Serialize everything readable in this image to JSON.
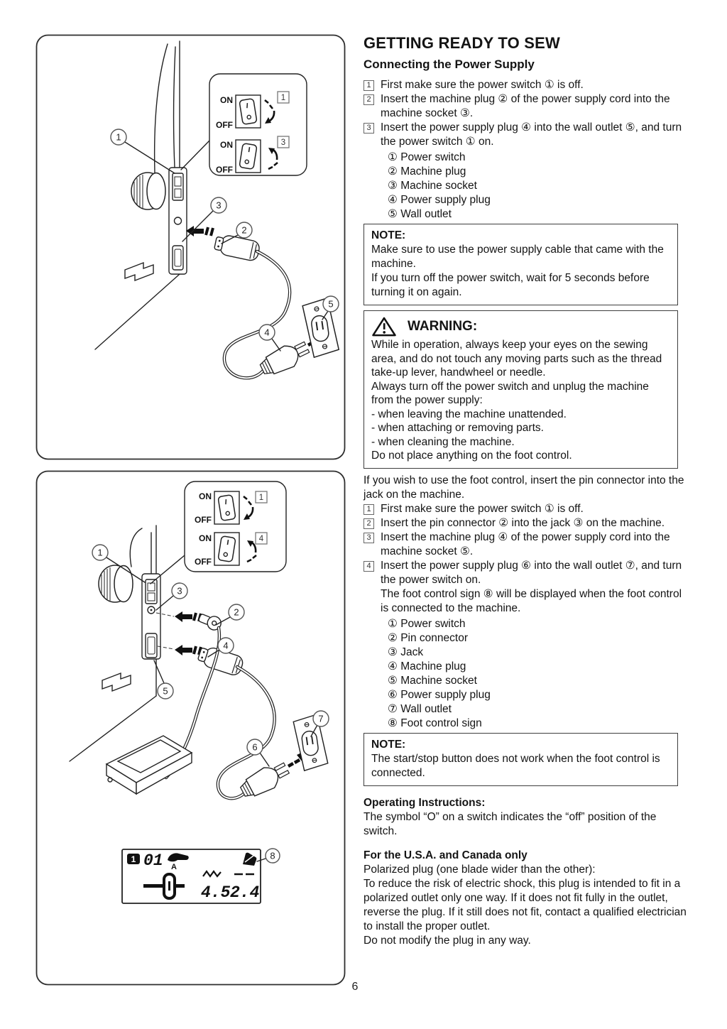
{
  "page": {
    "title": "GETTING READY TO SEW",
    "number": "6"
  },
  "sec1": {
    "heading": "Connecting the Power Supply",
    "steps": [
      {
        "n": "1",
        "t": "First make sure the power switch ① is off."
      },
      {
        "n": "2",
        "t": "Insert the machine plug ② of the power supply cord into the machine socket ③."
      },
      {
        "n": "3",
        "t": "Insert the power supply plug ④ into the wall outlet ⑤, and turn the power switch ① on."
      }
    ],
    "legend": [
      "① Power switch",
      "② Machine plug",
      "③ Machine socket",
      "④ Power supply plug",
      "⑤ Wall outlet"
    ],
    "note": {
      "title": "NOTE:",
      "lines": [
        "Make sure to use the power supply cable that came with the machine.",
        "If you turn off the power switch, wait for 5 seconds before turning it on again."
      ]
    },
    "warning": {
      "title": "WARNING:",
      "lines": [
        "While in operation, always keep your eyes on the sewing area, and do not touch any moving parts such as the thread take-up lever, handwheel or needle.",
        "Always turn off the power switch and unplug the machine from the power supply:",
        "- when leaving the machine unattended.",
        "- when attaching or removing parts.",
        "- when cleaning the machine.",
        "Do not place anything on the foot control."
      ]
    }
  },
  "sec2": {
    "intro": "If you wish to use the foot control, insert the pin connector into the jack on the machine.",
    "steps": [
      {
        "n": "1",
        "t": "First make sure the power switch ① is off."
      },
      {
        "n": "2",
        "t": "Insert the pin connector ② into the jack ③ on the machine."
      },
      {
        "n": "3",
        "t": "Insert the machine plug ④ of the power supply cord into the machine socket ⑤."
      },
      {
        "n": "4",
        "t": "Insert the power supply plug ⑥ into the wall outlet ⑦, and turn the power switch on.",
        "t2": "The foot control sign ⑧ will be displayed when the foot control is connected to the machine."
      }
    ],
    "legend": [
      "① Power switch",
      "② Pin connector",
      "③ Jack",
      "④ Machine plug",
      "⑤ Machine socket",
      "⑥ Power supply plug",
      "⑦ Wall outlet",
      "⑧ Foot control sign"
    ],
    "note": {
      "title": "NOTE:",
      "lines": [
        "The start/stop button does not work when the foot control is connected."
      ]
    }
  },
  "operating": {
    "heading": "Operating Instructions:",
    "body": "The symbol “O” on a switch indicates the “off” position of the switch."
  },
  "usa": {
    "heading": "For the U.S.A. and Canada only",
    "lines": [
      "Polarized plug (one blade wider than the other):",
      "To reduce the risk of electric shock, this plug is intended to fit in a polarized outlet only one way. If it does not fit fully in the outlet, reverse the plug. If it still does not fit, contact a qualified electrician to install the proper outlet.",
      "Do not modify the plug in any way."
    ]
  },
  "fig": {
    "on": "ON",
    "off": "OFF"
  },
  "fig1": {
    "sw1": "1",
    "sw2": "3",
    "c1": "1",
    "c2": "2",
    "c3": "3",
    "c4": "4",
    "c5": "5"
  },
  "fig2": {
    "sw1": "1",
    "sw2": "4",
    "c1": "1",
    "c2": "2",
    "c3": "3",
    "c4": "4",
    "c5": "5",
    "c6": "6",
    "c7": "7",
    "c8": "8"
  },
  "lcd": {
    "mode": "1",
    "pattern": "01",
    "letter": "A",
    "width": "4.5",
    "length": "2.4"
  }
}
